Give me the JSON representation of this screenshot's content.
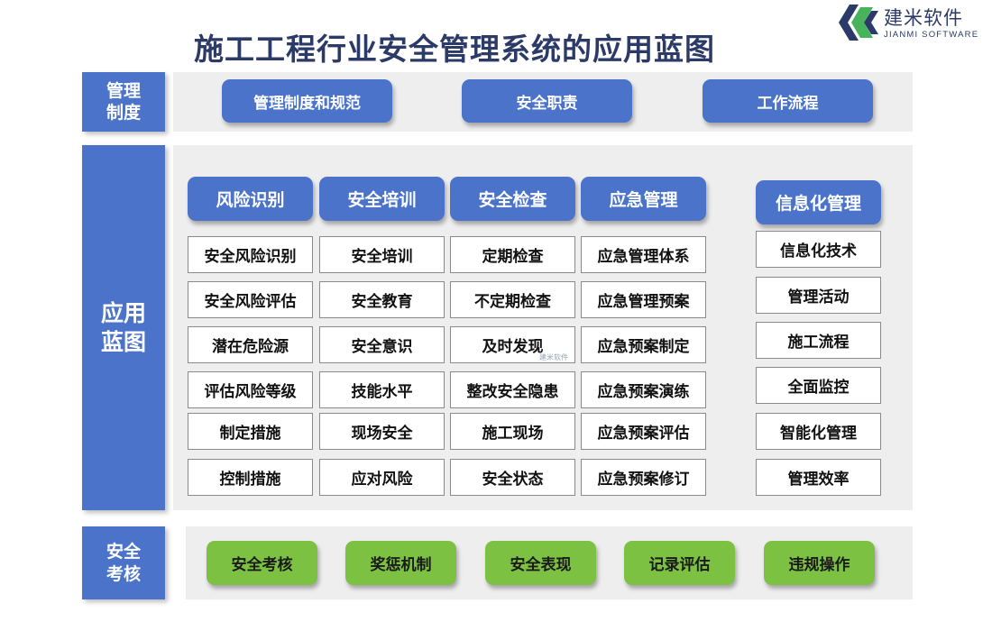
{
  "title": "施工工程行业安全管理系统的应用蓝图",
  "logo": {
    "name": "建米软件",
    "subtitle": "JIANMI SOFTWARE",
    "icon": "jianmi-logo-icon",
    "watermark": "建米软件"
  },
  "colors": {
    "blue": "#4a73c9",
    "green": "#7dc142",
    "title": "#2b3a67",
    "panel": "#eeeeee"
  },
  "management": {
    "label_line1": "管理",
    "label_line2": "制度",
    "items": [
      "管理制度和规范",
      "安全职责",
      "工作流程"
    ]
  },
  "blueprint": {
    "label_line1": "应用",
    "label_line2": "蓝图",
    "columns": [
      {
        "header": "风险识别",
        "items": [
          "安全风险识别",
          "安全风险评估",
          "潜在危险源",
          "评估风险等级",
          "制定措施",
          "控制措施"
        ]
      },
      {
        "header": "安全培训",
        "items": [
          "安全培训",
          "安全教育",
          "安全意识",
          "技能水平",
          "现场安全",
          "应对风险"
        ]
      },
      {
        "header": "安全检查",
        "items": [
          "定期检查",
          "不定期检查",
          "及时发现",
          "整改安全隐患",
          "施工现场",
          "安全状态"
        ]
      },
      {
        "header": "应急管理",
        "items": [
          "应急管理体系",
          "应急管理预案",
          "应急预案制定",
          "应急预案演练",
          "应急预案评估",
          "应急预案修订"
        ]
      },
      {
        "header": "信息化管理",
        "items": [
          "信息化技术",
          "管理活动",
          "施工流程",
          "全面监控",
          "智能化管理",
          "管理效率"
        ]
      }
    ]
  },
  "assessment": {
    "label_line1": "安全",
    "label_line2": "考核",
    "items": [
      "安全考核",
      "奖惩机制",
      "安全表现",
      "记录评估",
      "违规操作"
    ]
  }
}
